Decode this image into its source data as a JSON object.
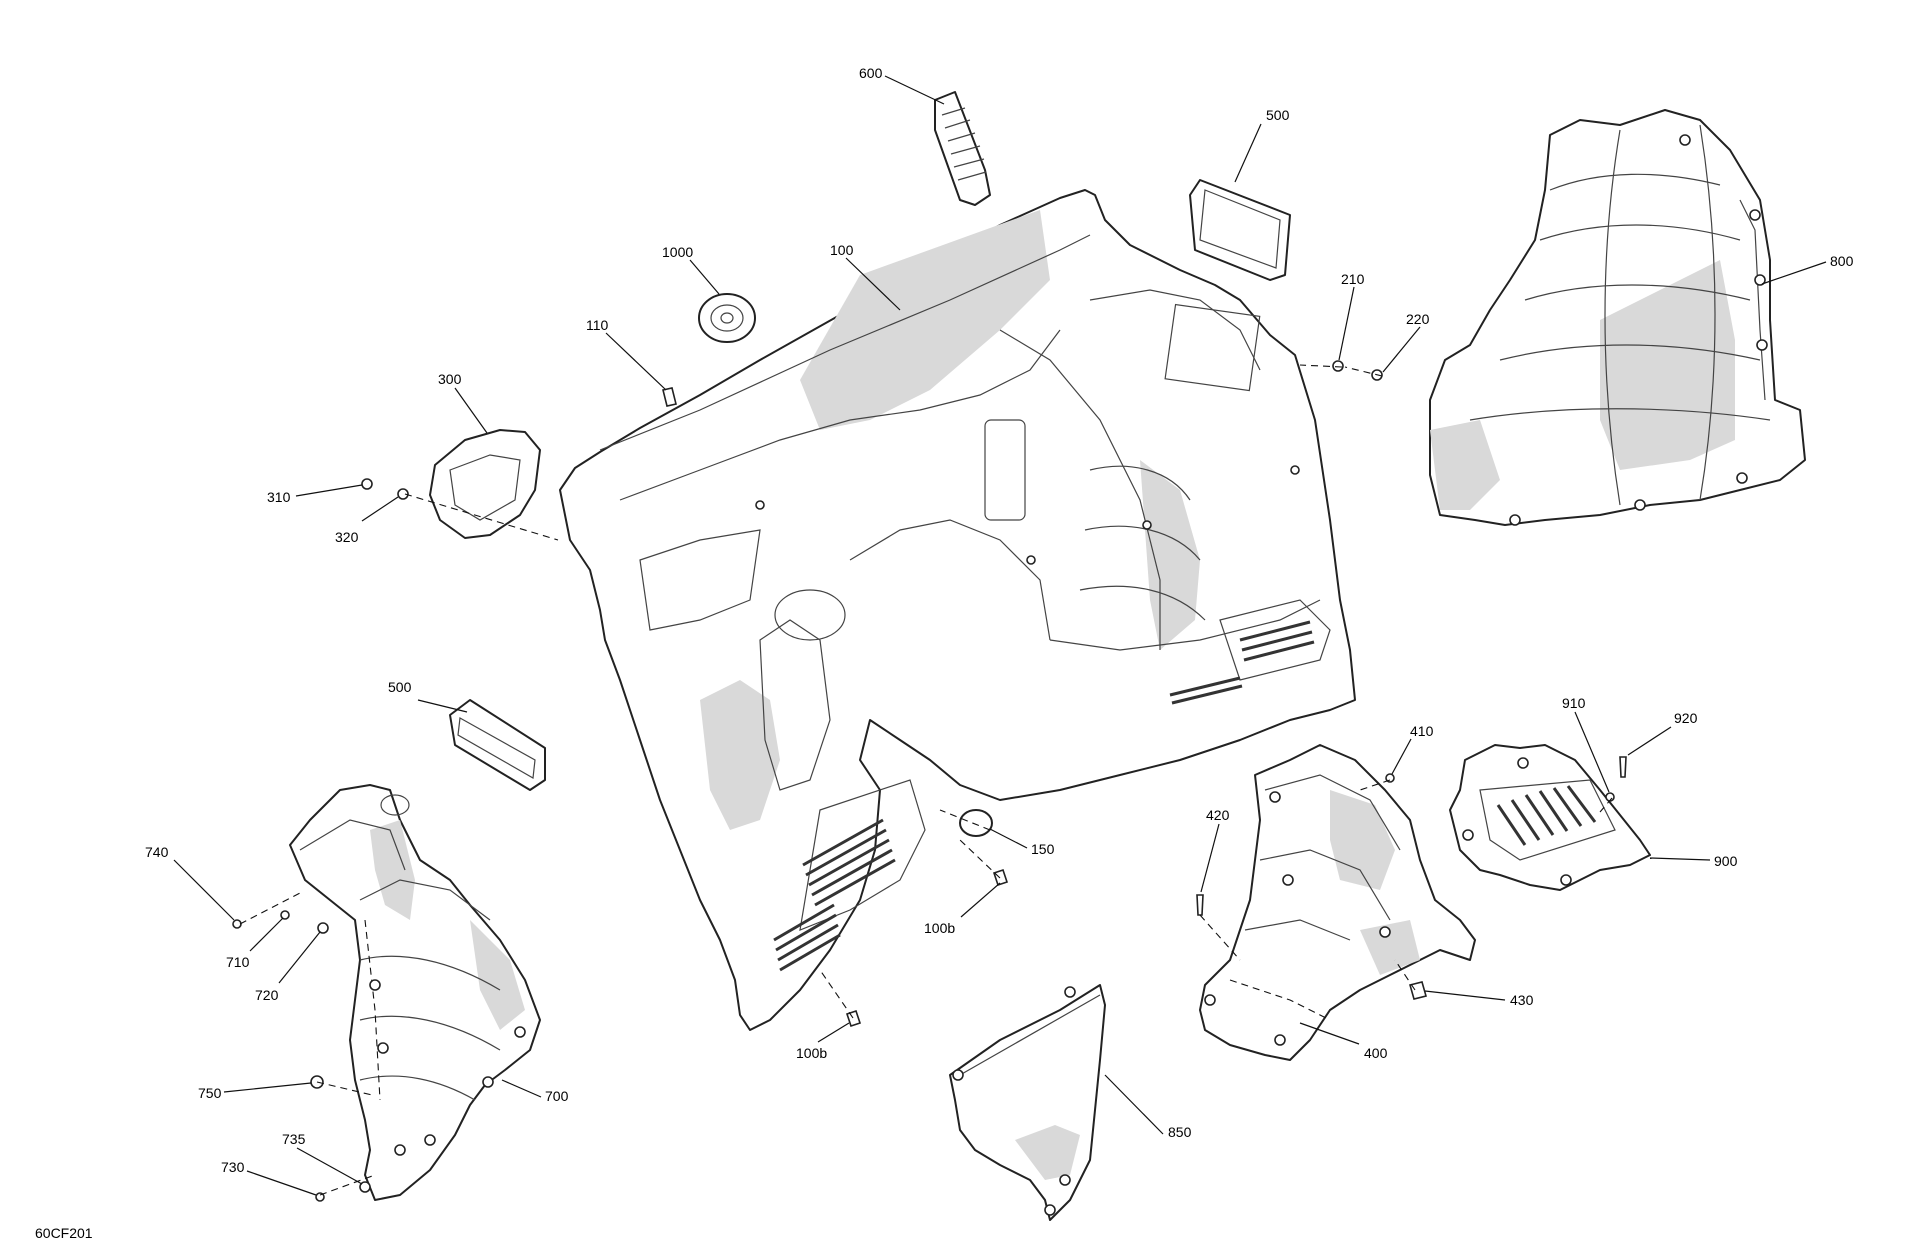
{
  "figure_code": "60CF201",
  "callouts": {
    "c600": "600",
    "c500_top": "500",
    "c1000": "1000",
    "c100": "100",
    "c110": "110",
    "c300": "300",
    "c310": "310",
    "c320": "320",
    "c210": "210",
    "c220": "220",
    "c800": "800",
    "c500_left": "500",
    "c150": "150",
    "c100b_a": "100b",
    "c100b_b": "100b",
    "c740": "740",
    "c710": "710",
    "c720": "720",
    "c750": "750",
    "c700": "700",
    "c735": "735",
    "c730": "730",
    "c850": "850",
    "c410": "410",
    "c420": "420",
    "c430": "430",
    "c400": "400",
    "c910": "910",
    "c920": "920",
    "c900": "900"
  }
}
